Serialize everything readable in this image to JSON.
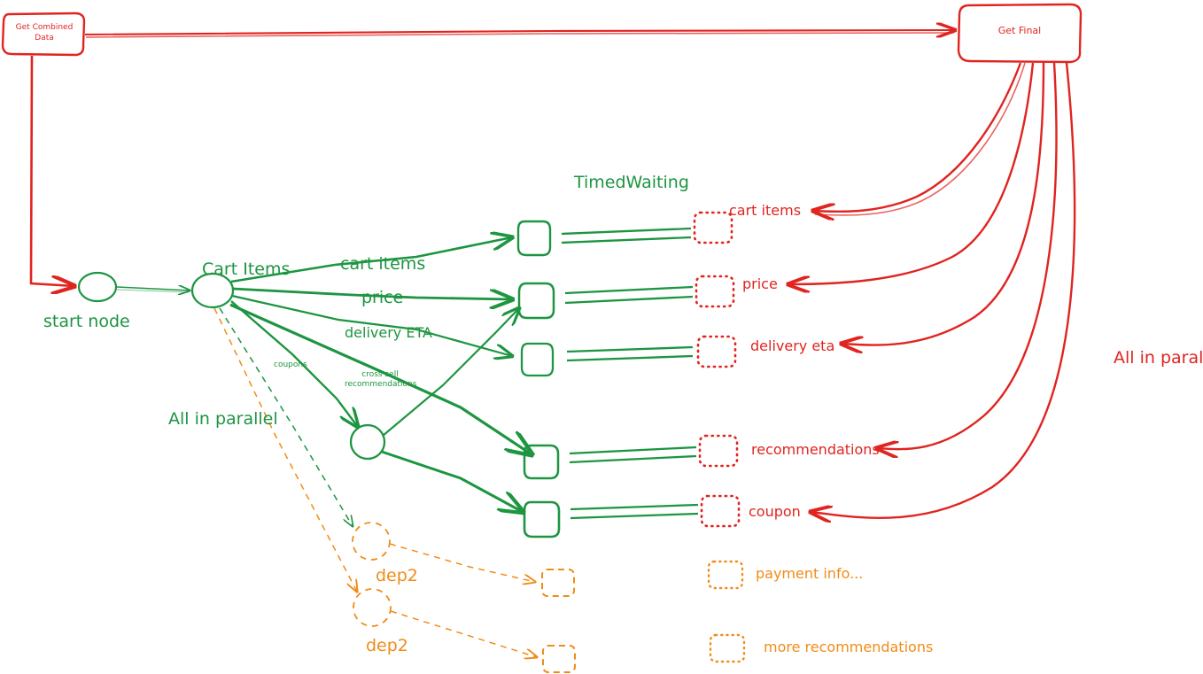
{
  "diagram": {
    "title_nodes": {
      "get_combined_data": "Get Combined\nData",
      "get_combined_data_line1": "Get Combined",
      "get_combined_data_line2": "Data",
      "get_final": "Get Final"
    },
    "colors": {
      "green": "#1d9541",
      "red": "#e02420",
      "orange": "#f08c18",
      "background": "#ffffff"
    },
    "green_section": {
      "start_node_label": "start node",
      "cart_items_node_label": "Cart Items",
      "timed_waiting_label": "TimedWaiting",
      "all_in_parallel_label": "All in parallel",
      "edge_labels": [
        "cart items",
        "price",
        "delivery ETA",
        "coupons",
        "cross sell\nrecommendations"
      ],
      "edge_label_cart_items": "cart items",
      "edge_label_price": "price",
      "edge_label_delivery_eta": "delivery ETA",
      "edge_label_coupons": "coupons",
      "edge_label_cross_sell_1": "cross sell",
      "edge_label_cross_sell_2": "recommendations"
    },
    "red_section": {
      "all_in_parallel_label": "All in parallel",
      "result_labels": [
        "cart items",
        "price",
        "delivery eta",
        "recommendations",
        "coupon"
      ],
      "result_cart_items": "cart items",
      "result_price": "price",
      "result_delivery_eta": "delivery eta",
      "result_recommendations": "recommendations",
      "result_coupon": "coupon"
    },
    "orange_section": {
      "dep_labels": [
        "dep2",
        "dep2"
      ],
      "dep_label_1": "dep2",
      "dep_label_2": "dep2",
      "result_labels": [
        "payment info...",
        "more recommendations"
      ],
      "result_payment_info": "payment info...",
      "result_more_recommendations": "more recommendations"
    }
  }
}
